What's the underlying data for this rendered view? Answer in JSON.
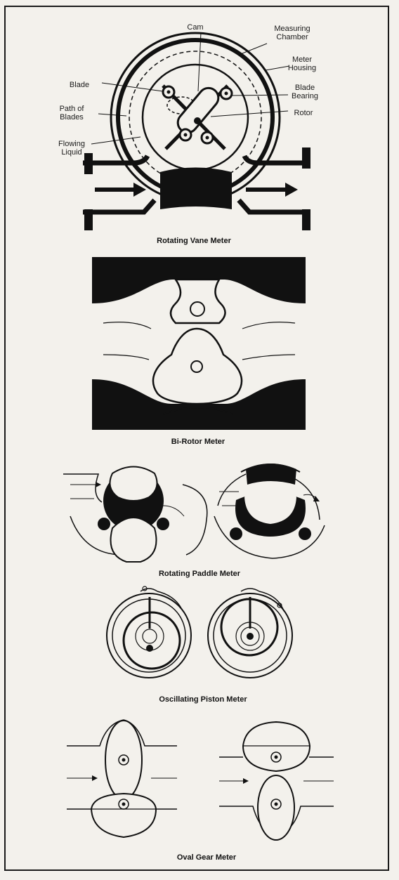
{
  "vane": {
    "title": "Rotating Vane Meter",
    "labels": {
      "cam": "Cam",
      "chamber_1": "Measuring",
      "chamber_2": "Chamber",
      "housing_1": "Meter",
      "housing_2": "Housing",
      "blade": "Blade",
      "bearing_1": "Blade",
      "bearing_2": "Bearing",
      "rotor": "Rotor",
      "path_1": "Path of",
      "path_2": "Blades",
      "flowing_1": "Flowing",
      "flowing_2": "Liquid"
    }
  },
  "birotor": {
    "title": "Bi-Rotor Meter"
  },
  "paddle": {
    "title": "Rotating Paddle Meter"
  },
  "piston": {
    "title": "Oscillating Piston Meter"
  },
  "ovalgear": {
    "title": "Oval Gear Meter"
  }
}
